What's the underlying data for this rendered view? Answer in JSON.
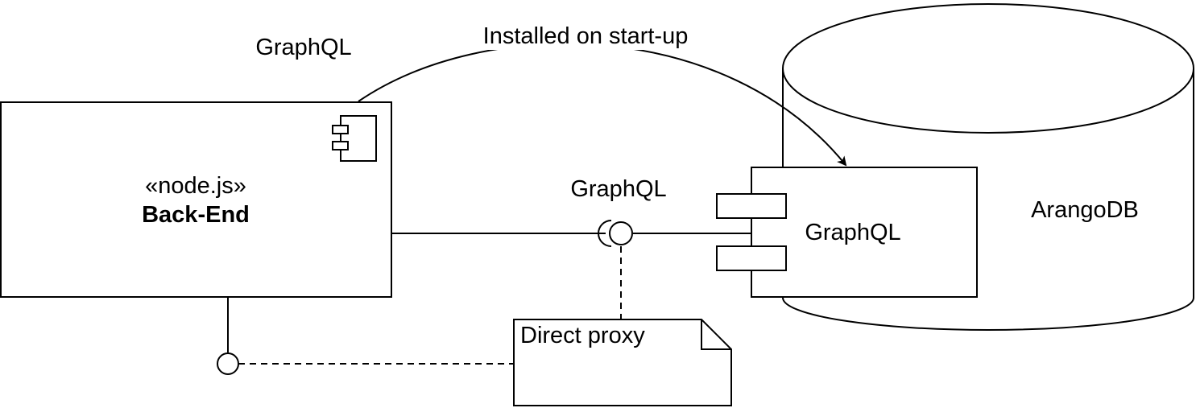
{
  "diagram": {
    "backend": {
      "stereotype": "«node.js»",
      "name": "Back-End"
    },
    "labels": {
      "graphql_top": "GraphQL",
      "installed": "Installed on start-up",
      "interface": "GraphQL"
    },
    "database": {
      "name": "ArangoDB"
    },
    "graphql_component": {
      "name": "GraphQL"
    },
    "note": {
      "text": "Direct proxy"
    }
  }
}
